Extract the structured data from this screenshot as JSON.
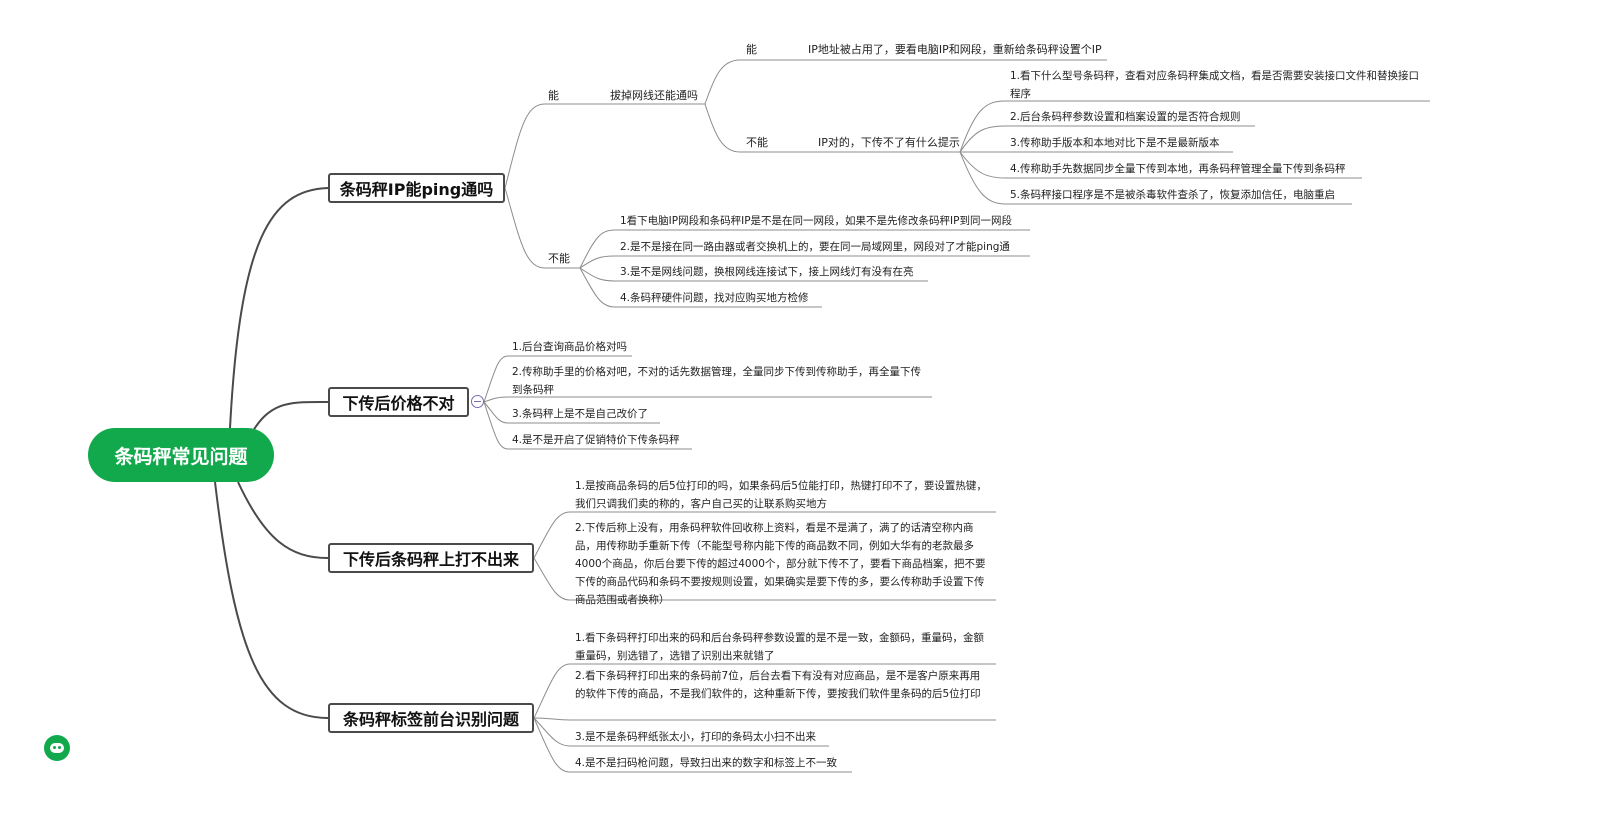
{
  "root": "条码秤常见问题",
  "t1": {
    "title": "条码秤IP能ping通吗",
    "yes": "能",
    "yes_q": "拔掉网线还能通吗",
    "yes_yes": "能",
    "yes_yes_a": "IP地址被占用了，要看电脑IP和网段，重新给条码秤设置个IP",
    "yes_no": "不能",
    "yes_no_q": "IP对的，下传不了有什么提示",
    "yes_no_items": [
      "1.看下什么型号条码秤，查看对应条码秤集成文档，看是否需要安装接口文件和替换接口程序",
      "2.后台条码秤参数设置和档案设置的是否符合规则",
      "3.传称助手版本和本地对比下是不是最新版本",
      "4.传称助手先数据同步全量下传到本地，再条码秤管理全量下传到条码秤",
      "5.条码秤接口程序是不是被杀毒软件查杀了，恢复添加信任，电脑重启"
    ],
    "no": "不能",
    "no_items": [
      "1看下电脑IP网段和条码秤IP是不是在同一网段，如果不是先修改条码秤IP到同一网段",
      "2.是不是接在同一路由器或者交换机上的，要在同一局域网里，网段对了才能ping通",
      "3.是不是网线问题，换根网线连接试下，接上网线灯有没有在亮",
      "4.条码秤硬件问题，找对应购买地方检修"
    ]
  },
  "t2": {
    "title": "下传后价格不对",
    "items": [
      "1.后台查询商品价格对吗",
      "2.传称助手里的价格对吧，不对的话先数据管理，全量同步下传到传称助手，再全量下传到条码秤",
      "3.条码秤上是不是自己改价了",
      "4.是不是开启了促销特价下传条码秤"
    ]
  },
  "t3": {
    "title": "下传后条码秤上打不出来",
    "items": [
      "1.是按商品条码的后5位打印的吗，如果条码后5位能打印，热键打印不了，要设置热键，我们只调我们卖的称的，客户自己买的让联系购买地方",
      "2.下传后称上没有，用条码秤软件回收称上资料，看是不是满了，满了的话清空称内商品，用传称助手重新下传（不能型号称内能下传的商品数不同，例如大华有的老款最多4000个商品，你后台要下传的超过4000个，部分就下传不了，要看下商品档案，把不要下传的商品代码和条码不要按规则设置，如果确实是要下传的多，要么传称助手设置下传商品范围或者换称）"
    ]
  },
  "t4": {
    "title": "条码秤标签前台识别问题",
    "items": [
      "1.看下条码秤打印出来的码和后台条码秤参数设置的是不是一致，金额码，重量码，金额重量码，别选错了，选错了识别出来就错了",
      "2.看下条码秤打印出来的条码前7位，后台去看下有没有对应商品，是不是客户原来再用的软件下传的商品，不是我们软件的，这种重新下传，要按我们软件里条码的后5位打印",
      "3.是不是条码秤纸张太小，打印的条码太小扫不出来",
      "4.是不是扫码枪问题，导致扫出来的数字和标签上不一致"
    ]
  },
  "colors": {
    "root": "#12a94d",
    "line": "#4a4a4a",
    "thin": "#8c8c8c"
  }
}
